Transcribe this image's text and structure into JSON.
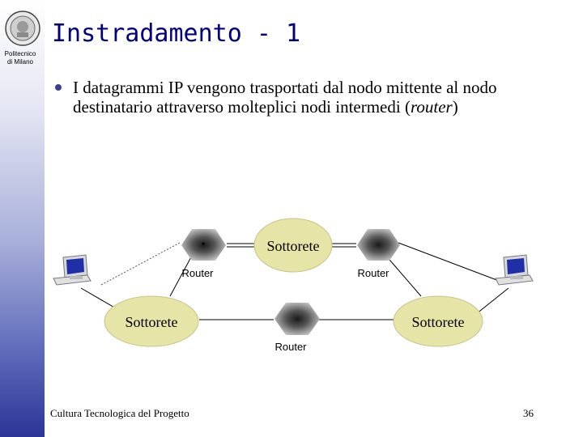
{
  "header": {
    "logo_text_line1": "Politecnico",
    "logo_text_line2": "di Milano",
    "title": "Instradamento - 1"
  },
  "body": {
    "bullet_main": "I datagrammi IP vengono trasportati dal nodo mittente al nodo destinatario attraverso molteplici nodi intermedi (",
    "bullet_italic": "router",
    "bullet_end": ")"
  },
  "diagram": {
    "subnet_top": "Sottorete",
    "subnet_left": "Sottorete",
    "subnet_right": "Sottorete",
    "router_left": "Router",
    "router_right": "Router",
    "router_bottom": "Router"
  },
  "footer": {
    "course": "Cultura Tecnologica del Progetto",
    "page_number": "36"
  }
}
